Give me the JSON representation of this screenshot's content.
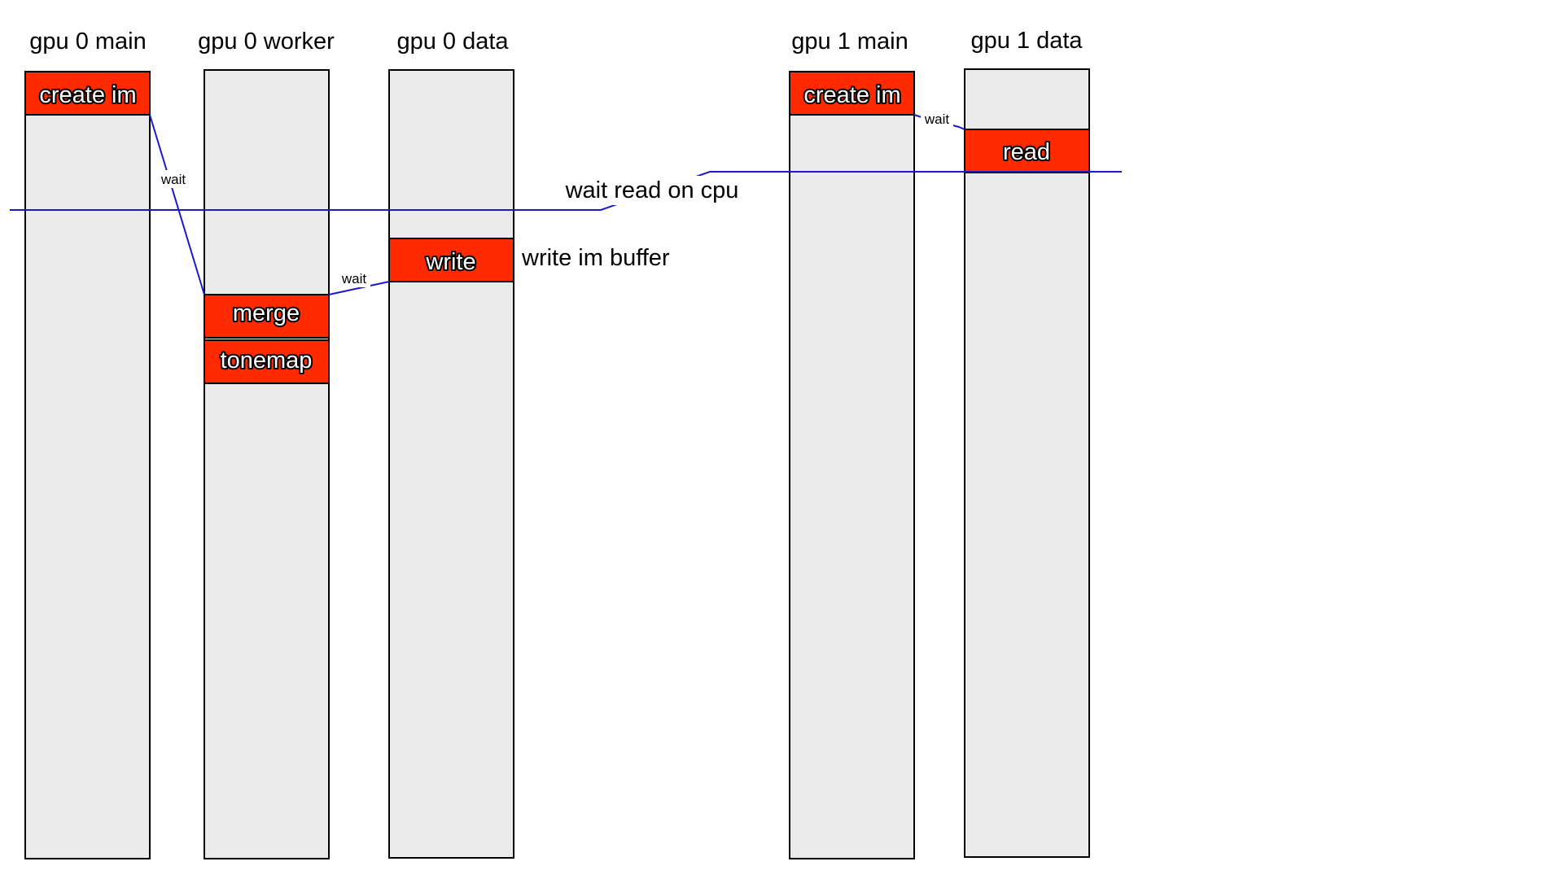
{
  "colors": {
    "lane_fill": "#ebebeb",
    "block_fill": "#ff2a00",
    "link_stroke": "#1a1acc"
  },
  "lanes": [
    {
      "id": "gpu0-main",
      "title": "gpu 0 main"
    },
    {
      "id": "gpu0-worker",
      "title": "gpu 0 worker"
    },
    {
      "id": "gpu0-data",
      "title": "gpu 0 data"
    },
    {
      "id": "gpu1-main",
      "title": "gpu 1 main"
    },
    {
      "id": "gpu1-data",
      "title": "gpu 1 data"
    }
  ],
  "blocks": [
    {
      "id": "create-im-0",
      "lane": "gpu0-main",
      "label": "create im"
    },
    {
      "id": "merge",
      "lane": "gpu0-worker",
      "label": "merge"
    },
    {
      "id": "tonemap",
      "lane": "gpu0-worker",
      "label": "tonemap"
    },
    {
      "id": "write",
      "lane": "gpu0-data",
      "label": "write"
    },
    {
      "id": "create-im-1",
      "lane": "gpu1-main",
      "label": "create im"
    },
    {
      "id": "read",
      "lane": "gpu1-data",
      "label": "read"
    }
  ],
  "waits": [
    {
      "from": "create-im-0",
      "to": "merge",
      "label": "wait"
    },
    {
      "from": "merge",
      "to": "write",
      "label": "wait"
    },
    {
      "from": "create-im-1",
      "to": "read",
      "label": "wait"
    }
  ],
  "annotations": {
    "cpu_wait": "wait read on cpu",
    "write_buffer": "write im buffer"
  }
}
